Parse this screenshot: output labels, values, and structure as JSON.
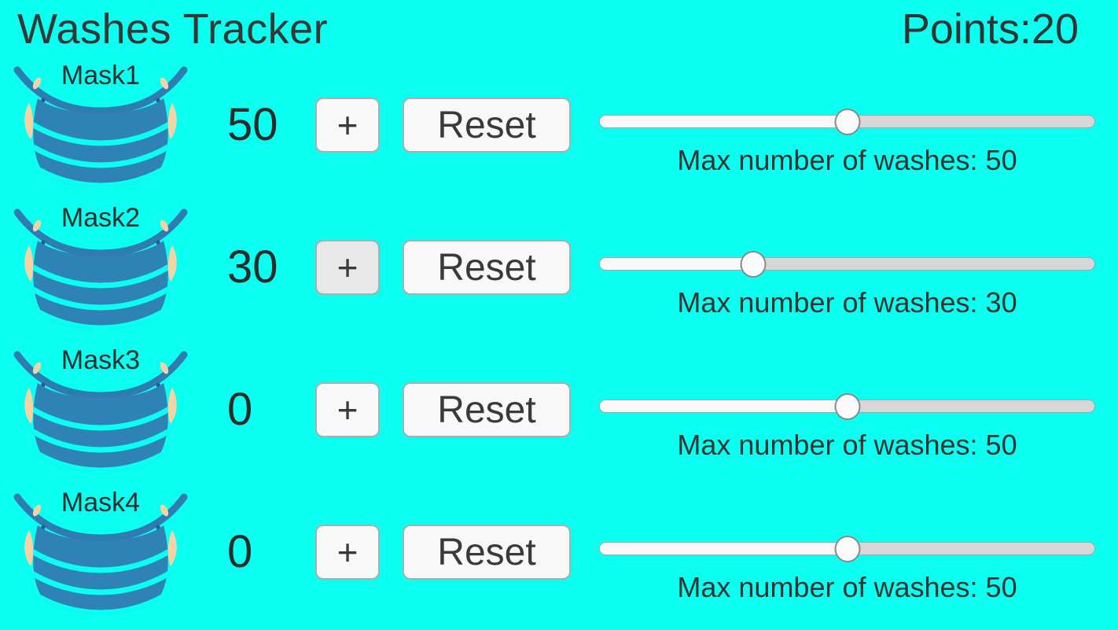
{
  "header": {
    "title": "Washes Tracker",
    "points_label": "Points:",
    "points_value": "20"
  },
  "colors": {
    "background": "#0BFFF0",
    "mask_body_blue": "#2E82B6",
    "mask_band_blue": "#2F7CB0",
    "mask_accent_dark_blue": "#1D6191",
    "ear_loop_peach": "#F5D3A5",
    "button_bg": "#F8F8F8",
    "button_bg_active": "#E9E9E9",
    "button_border": "#ADADAD",
    "slider_track_gray": "#D7D7D7",
    "slider_fill_white": "#F8F8F8",
    "text_dark": "#333333"
  },
  "rows": [
    {
      "mask_label": "Mask1",
      "count": "50",
      "plus_label": "+",
      "reset_label": "Reset",
      "slider_percent": 50,
      "plus_active": false,
      "max_washes_label": "Max number of washes: 50"
    },
    {
      "mask_label": "Mask2",
      "count": "30",
      "plus_label": "+",
      "reset_label": "Reset",
      "slider_percent": 31,
      "plus_active": true,
      "max_washes_label": "Max number of washes: 30"
    },
    {
      "mask_label": "Mask3",
      "count": "0",
      "plus_label": "+",
      "reset_label": "Reset",
      "slider_percent": 50,
      "plus_active": false,
      "max_washes_label": "Max number of washes: 50"
    },
    {
      "mask_label": "Mask4",
      "count": "0",
      "plus_label": "+",
      "reset_label": "Reset",
      "slider_percent": 50,
      "plus_active": false,
      "max_washes_label": "Max number of washes: 50"
    }
  ]
}
